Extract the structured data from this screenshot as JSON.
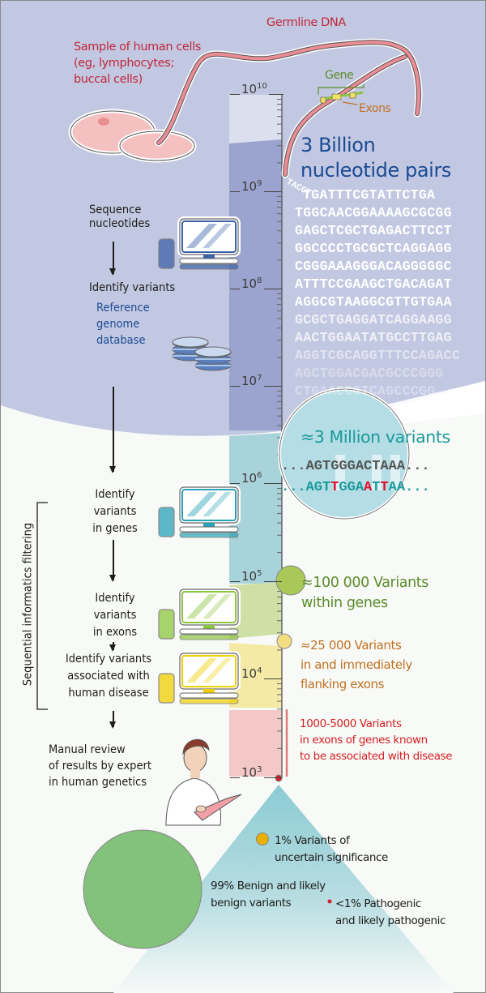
{
  "title_labels": {
    "sample": [
      "Sample of human cells",
      "(eg, lymphocytes;",
      "buccal cells)"
    ],
    "germline": "Germline DNA",
    "gene": "Gene",
    "exons": "Exons",
    "nucleotides": [
      "3 Billion",
      "nucleotide pairs"
    ]
  },
  "dna_sequence": {
    "curved_prefix": "TACCT",
    "lines": [
      "TGATTTCGTATTCTGA",
      "TGGCAACGGAAAAGCGCGG",
      "GAGCTCGCTGAGACTTCCT",
      "GGCCCCTGCGCTCAGGAGG",
      "CGGGAAAGGGACAGGGGGC",
      "ATTTCCGAAGCTGACAGAT",
      "AGGCGTAAGGCGTTGTGAA",
      "GCGCTGAGGATCAGGAAGG",
      "AACTGGAATATGCCTTGAG",
      "AGGTCGCAGGTTTCCAGACC",
      "AGCTGGACGACGCCCGGG",
      "CTGAACGGTCAGCCCGG"
    ]
  },
  "workflow": {
    "steps": [
      {
        "label": [
          "Sequence",
          "nucleotides"
        ],
        "icon": "computer-icon",
        "color": "#3b62a8"
      },
      {
        "label": [
          "Identify variants"
        ],
        "sublabel": [
          "Reference",
          "genome",
          "database"
        ],
        "icon": "database-icon",
        "color": "#3b62a8"
      },
      {
        "label": [
          "Identify",
          "variants",
          "in genes"
        ],
        "icon": "computer-icon",
        "color": "#29a3b8"
      },
      {
        "label": [
          "Identify",
          "variants",
          "in exons"
        ],
        "icon": "computer-icon",
        "color": "#8cc63f"
      },
      {
        "label": [
          "Identify variants",
          "associated with",
          "human disease"
        ],
        "icon": "computer-icon",
        "color": "#f0d000"
      },
      {
        "label": [
          "Manual review",
          "of results by expert",
          "in human genetics"
        ],
        "icon": "geneticist-figure"
      }
    ],
    "bracket_label": "Sequential informatics filtering"
  },
  "scale": {
    "ticks": [
      {
        "base": "10",
        "exp": "10"
      },
      {
        "base": "10",
        "exp": "9"
      },
      {
        "base": "10",
        "exp": "8"
      },
      {
        "base": "10",
        "exp": "7"
      },
      {
        "base": "10",
        "exp": "6"
      },
      {
        "base": "10",
        "exp": "5"
      },
      {
        "base": "10",
        "exp": "4"
      },
      {
        "base": "10",
        "exp": "3"
      }
    ]
  },
  "variants": {
    "million": "≈3 Million variants",
    "ref_seq": {
      "dots_left": "...",
      "seq": "AGTGGGACTAAA",
      "dots_right": "..."
    },
    "alt_seq": {
      "dots_left": "...",
      "parts": [
        {
          "t": "AGT",
          "hl": false
        },
        {
          "t": "T",
          "hl": true
        },
        {
          "t": "GGA",
          "hl": false
        },
        {
          "t": "A",
          "hl": true
        },
        {
          "t": "T",
          "hl": false
        },
        {
          "t": "T",
          "hl": true
        },
        {
          "t": "AA",
          "hl": false
        }
      ],
      "dots_right": "..."
    },
    "genes": [
      "≈100 000 Variants",
      "within genes"
    ],
    "exons": [
      "≈25 000 Variants",
      "in and immediately",
      "flanking exons"
    ],
    "disease": [
      "1000-5000 Variants",
      "in exons of genes known",
      "to be associated with disease"
    ]
  },
  "outcomes": {
    "uncertain": [
      "1% Variants of",
      "uncertain significance"
    ],
    "benign": [
      "99% Benign and likely",
      "benign variants"
    ],
    "pathogenic": [
      "<1% Pathogenic",
      "and likely pathogenic"
    ]
  },
  "colors": {
    "red_label": "#c0273a",
    "blue_title": "#1b4b94",
    "teal": "#1a9a9a",
    "green": "#5b8c2a",
    "orange": "#c07020",
    "disease_red": "#d42020",
    "bg_top": "#c3c8e2",
    "scale_top": "#9ba4cf",
    "scale_teal": "#a8d3da",
    "scale_green": "#cfe0a6",
    "scale_yellow": "#f4eaa6",
    "scale_pink": "#f5c8c8"
  }
}
